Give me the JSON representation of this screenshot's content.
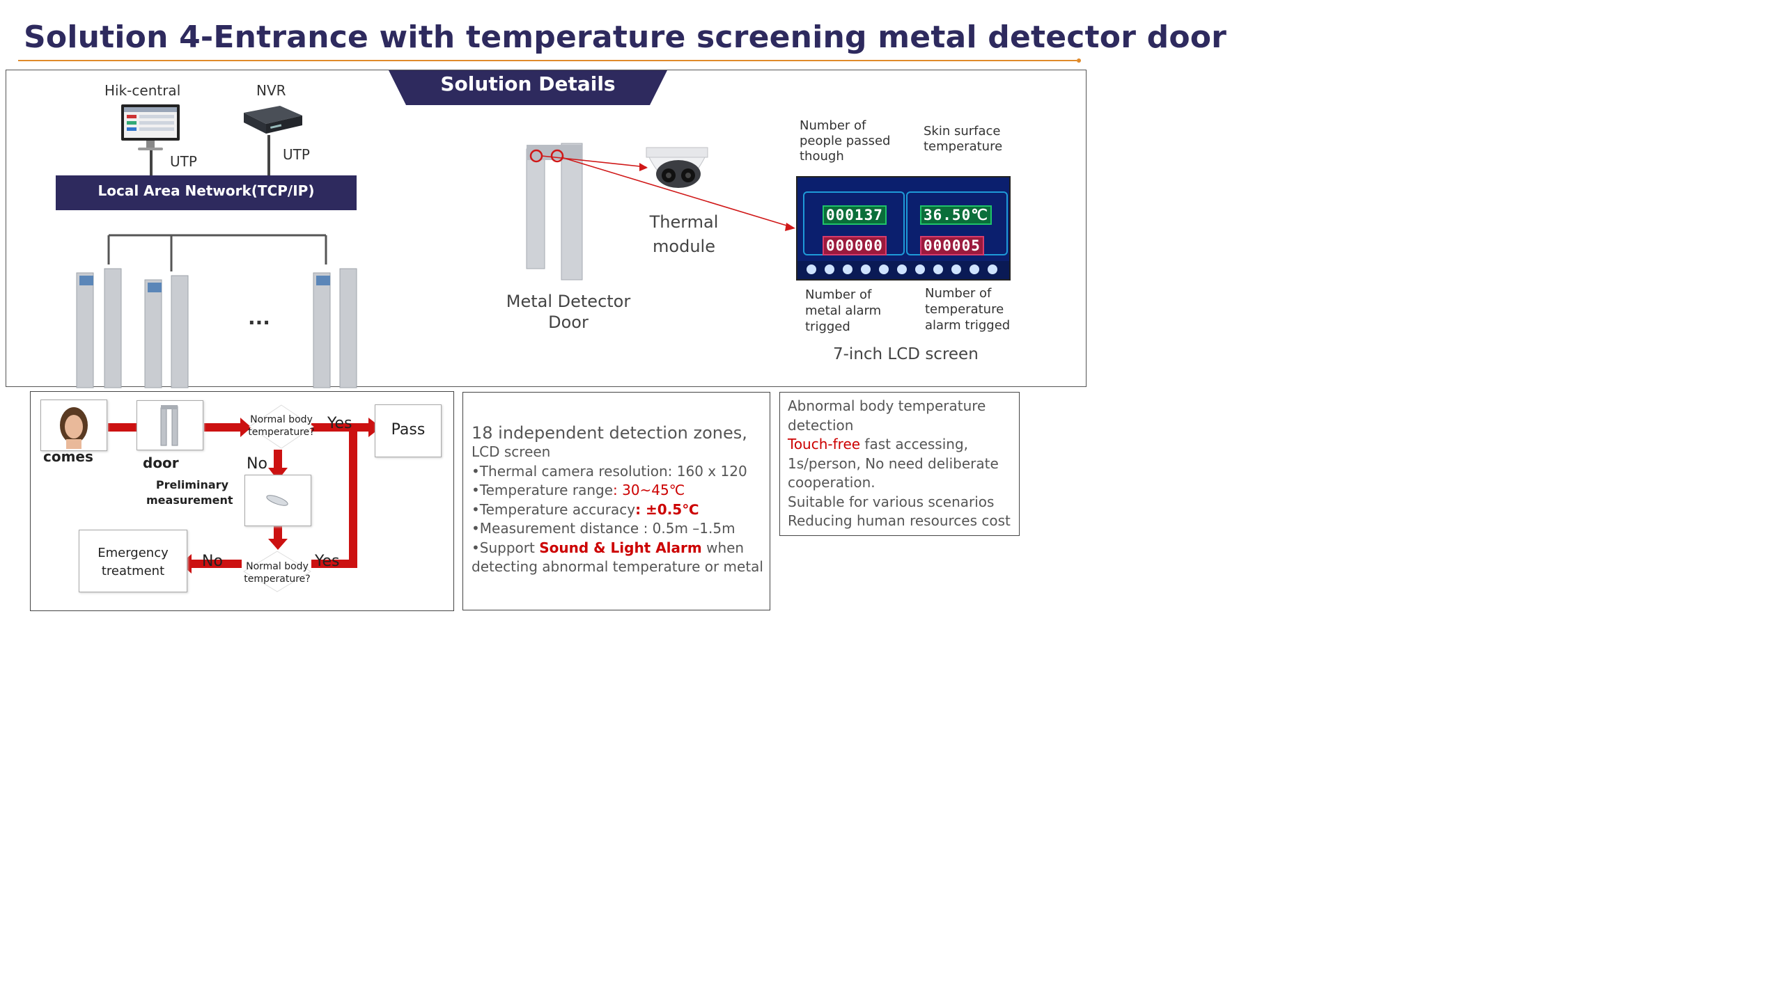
{
  "title": "Solution 4-Entrance with temperature screening metal detector door",
  "banner": "Solution Details",
  "network": {
    "hik_label": "Hik-central",
    "nvr_label": "NVR",
    "utp_left": "UTP",
    "utp_right": "UTP",
    "lan_label": "Local Area Network(TCP/IP)",
    "ellipsis": "..."
  },
  "device": {
    "metal_door_label_1": "Metal Detector",
    "metal_door_label_2": "Door",
    "thermal_label_1": "Thermal",
    "thermal_label_2": "module"
  },
  "lcd": {
    "caption": "7-inch LCD screen",
    "top_left_label": [
      "Number of",
      "people passed",
      "though"
    ],
    "top_right_label": [
      "Skin surface",
      "temperature"
    ],
    "bottom_left_label": [
      "Number of",
      "metal alarm",
      "trigged"
    ],
    "bottom_right_label": [
      "Number of",
      "temperature",
      "alarm trigged"
    ],
    "pass_count": "000137",
    "temperature": "36.50℃",
    "metal_alarm_count": "000000",
    "temp_alarm_count": "000005"
  },
  "flow": {
    "comes": "comes",
    "door": "door",
    "prelim_1": "Preliminary",
    "prelim_2": "measurement",
    "normal_top_1": "Normal body",
    "normal_top_2": "temperature?",
    "yes_top": "Yes",
    "pass": "Pass",
    "no_top": "No",
    "emergency_1": "Emergency",
    "emergency_2": "treatment",
    "no_bottom": "No",
    "normal_bottom_1": "Normal body",
    "normal_bottom_2": "temperature?",
    "yes_bottom": "Yes"
  },
  "specs": {
    "headline": "18 independent detection zones,",
    "lcd": "LCD screen",
    "resolution": "•Thermal camera resolution: 160 x 120",
    "range_prefix": "•Temperature range",
    "range_value": ": 30~45℃",
    "accuracy_prefix": "•Temperature accuracy",
    "accuracy_value": ": ±0.5℃",
    "distance": "•Measurement distance : 0.5m –1.5m",
    "support_prefix": "•Support ",
    "support_highlight": "Sound & Light Alarm",
    "support_suffix": " when",
    "support_line2": "detecting abnormal temperature or metal"
  },
  "features": {
    "line1": "Abnormal body temperature",
    "line2": "detection",
    "touch_free": "Touch-free",
    "line3_rest": " fast accessing,",
    "line4": "1s/person, No need deliberate",
    "line5": "cooperation.",
    "line6": "Suitable for various scenarios",
    "line7": "Reducing human resources cost"
  }
}
